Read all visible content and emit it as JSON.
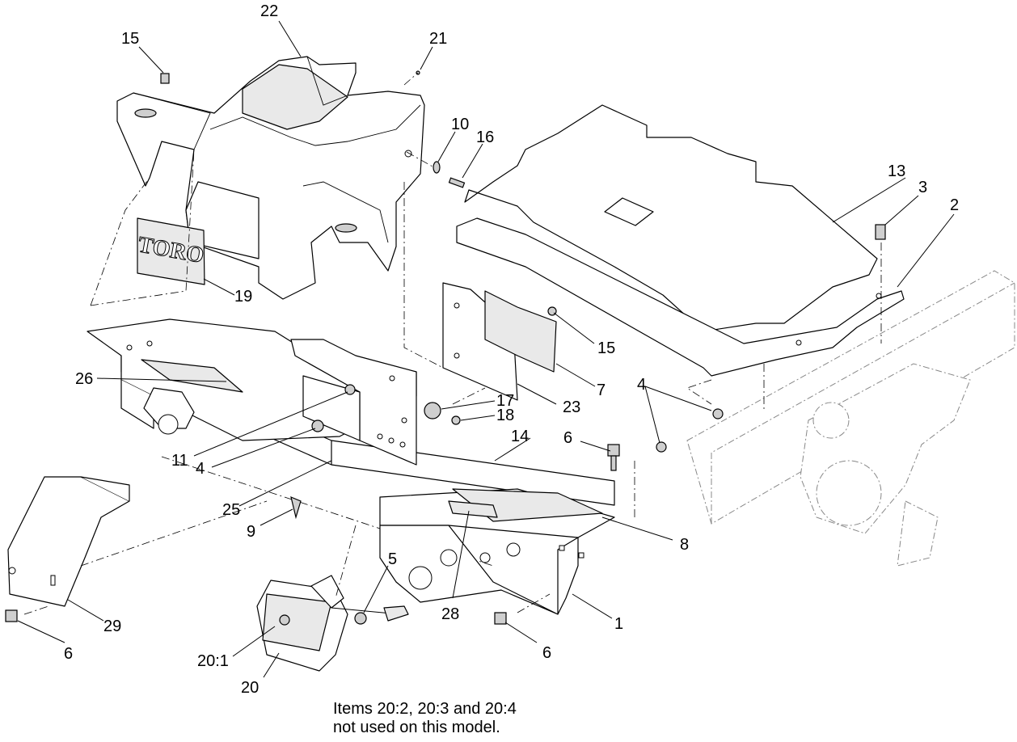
{
  "logo_text": "TORO",
  "callouts": [
    {
      "id": "c22",
      "label": "22"
    },
    {
      "id": "c21",
      "label": "21"
    },
    {
      "id": "c15a",
      "label": "15"
    },
    {
      "id": "c10",
      "label": "10"
    },
    {
      "id": "c16",
      "label": "16"
    },
    {
      "id": "c13",
      "label": "13"
    },
    {
      "id": "c3",
      "label": "3"
    },
    {
      "id": "c2",
      "label": "2"
    },
    {
      "id": "c19",
      "label": "19"
    },
    {
      "id": "c15b",
      "label": "15"
    },
    {
      "id": "c7",
      "label": "7"
    },
    {
      "id": "c23",
      "label": "23"
    },
    {
      "id": "c4a",
      "label": "4"
    },
    {
      "id": "c26",
      "label": "26"
    },
    {
      "id": "c17",
      "label": "17"
    },
    {
      "id": "c18",
      "label": "18"
    },
    {
      "id": "c11",
      "label": "11"
    },
    {
      "id": "c4b",
      "label": "4"
    },
    {
      "id": "c14",
      "label": "14"
    },
    {
      "id": "c6a",
      "label": "6"
    },
    {
      "id": "c25",
      "label": "25"
    },
    {
      "id": "c9",
      "label": "9"
    },
    {
      "id": "c8",
      "label": "8"
    },
    {
      "id": "c5",
      "label": "5"
    },
    {
      "id": "c28",
      "label": "28"
    },
    {
      "id": "c1",
      "label": "1"
    },
    {
      "id": "c29",
      "label": "29"
    },
    {
      "id": "c6b",
      "label": "6"
    },
    {
      "id": "c6c",
      "label": "6"
    },
    {
      "id": "c201",
      "label": "20:1"
    },
    {
      "id": "c20",
      "label": "20"
    }
  ],
  "note": {
    "line1": "Items 20:2, 20:3 and 20:4",
    "line2": "not used on this model."
  }
}
